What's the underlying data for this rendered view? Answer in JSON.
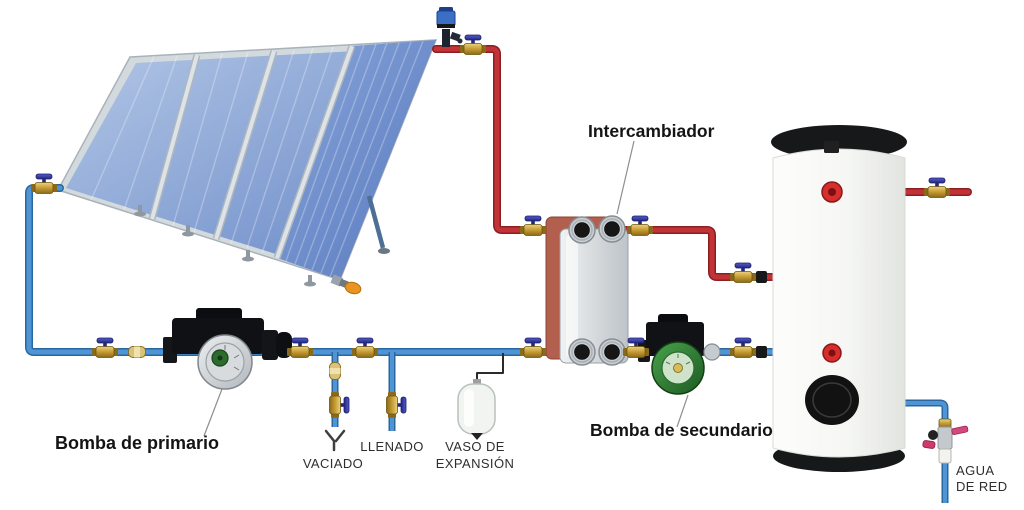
{
  "labels": {
    "intercambiador": "Intercambiador",
    "bomba_primario": "Bomba de primario",
    "bomba_secundario": "Bomba de secundario",
    "vaciado": "VACIADO",
    "llenado": "LLENADO",
    "vaso_line1": "VASO DE",
    "vaso_line2": "EXPANSIÓN",
    "agua_line1": "AGUA",
    "agua_line2": "DE RED"
  },
  "components": [
    {
      "id": "solar-collector-array",
      "type": "flat-plate-collector",
      "panels": 4
    },
    {
      "id": "air-vent",
      "type": "automatic-air-purger"
    },
    {
      "id": "heat-exchanger",
      "type": "plate-heat-exchanger",
      "label": "Intercambiador"
    },
    {
      "id": "primary-pump",
      "type": "circulation-pump",
      "label": "Bomba de primario"
    },
    {
      "id": "secondary-pump",
      "type": "circulation-pump",
      "label": "Bomba de secundario"
    },
    {
      "id": "expansion-vessel",
      "type": "expansion-vessel",
      "label": "VASO DE EXPANSIÓN"
    },
    {
      "id": "drain-point",
      "type": "drain",
      "label": "VACIADO"
    },
    {
      "id": "fill-point",
      "type": "fill",
      "label": "LLENADO"
    },
    {
      "id": "storage-tank",
      "type": "hot-water-storage-tank"
    },
    {
      "id": "mains-water",
      "type": "cold-water-inlet",
      "label": "AGUA DE RED"
    }
  ],
  "colors": {
    "pipe_hot": "#c23337",
    "pipe_hot_dark": "#8c1f22",
    "pipe_cold": "#4f94d4",
    "pipe_cold_dark": "#2a679f",
    "expansion_line": "#2b2b2b",
    "label_dark": "#141414",
    "label_soft": "#2e2e2e",
    "valve_brass": "#b8922e",
    "valve_handle": "#2c2f93",
    "panel_frame": "#d3dade",
    "exchanger_copper": "#b2604d",
    "pump_green": "#2e7d32",
    "tank_trim": "#17181a",
    "knob_red": "#d42e2e",
    "vessel_white": "#f2f4f1"
  }
}
